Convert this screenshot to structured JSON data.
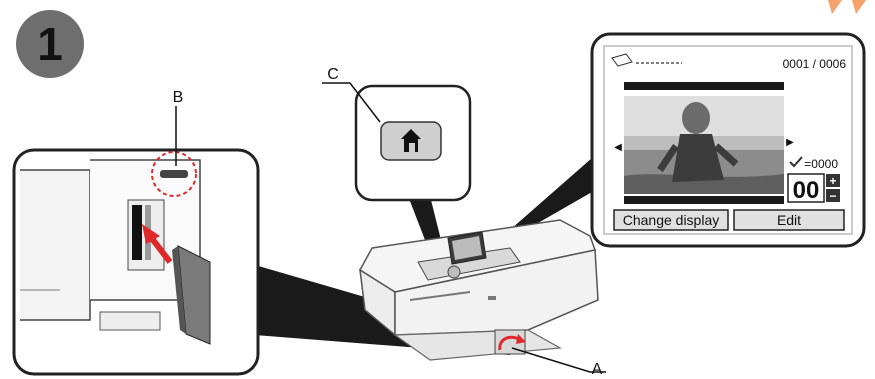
{
  "step": {
    "number": "1"
  },
  "callouts": {
    "a": "A",
    "b": "B",
    "c": "C"
  },
  "lcd": {
    "image_counter": "0001 / 0006",
    "copies_counter": "=0000",
    "copies_value": "00",
    "plus_glyph": "+",
    "minus_glyph": "−",
    "left_arrow": "◀",
    "right_arrow": "▶",
    "button_change_display": "Change display",
    "button_edit": "Edit"
  },
  "colors": {
    "step_badge": "#6e6e6e",
    "accent_arrow": "#e0282a",
    "lcd_frame": "#222222",
    "dark_beam": "#1a1a1a",
    "orange_marks": "#f6a26b"
  },
  "icons": {
    "home_button": "home-icon",
    "memory_card": "memory-card-icon",
    "insert_arrow": "arrow-up-right-icon",
    "open_cover_arrow": "curved-arrow-icon"
  }
}
